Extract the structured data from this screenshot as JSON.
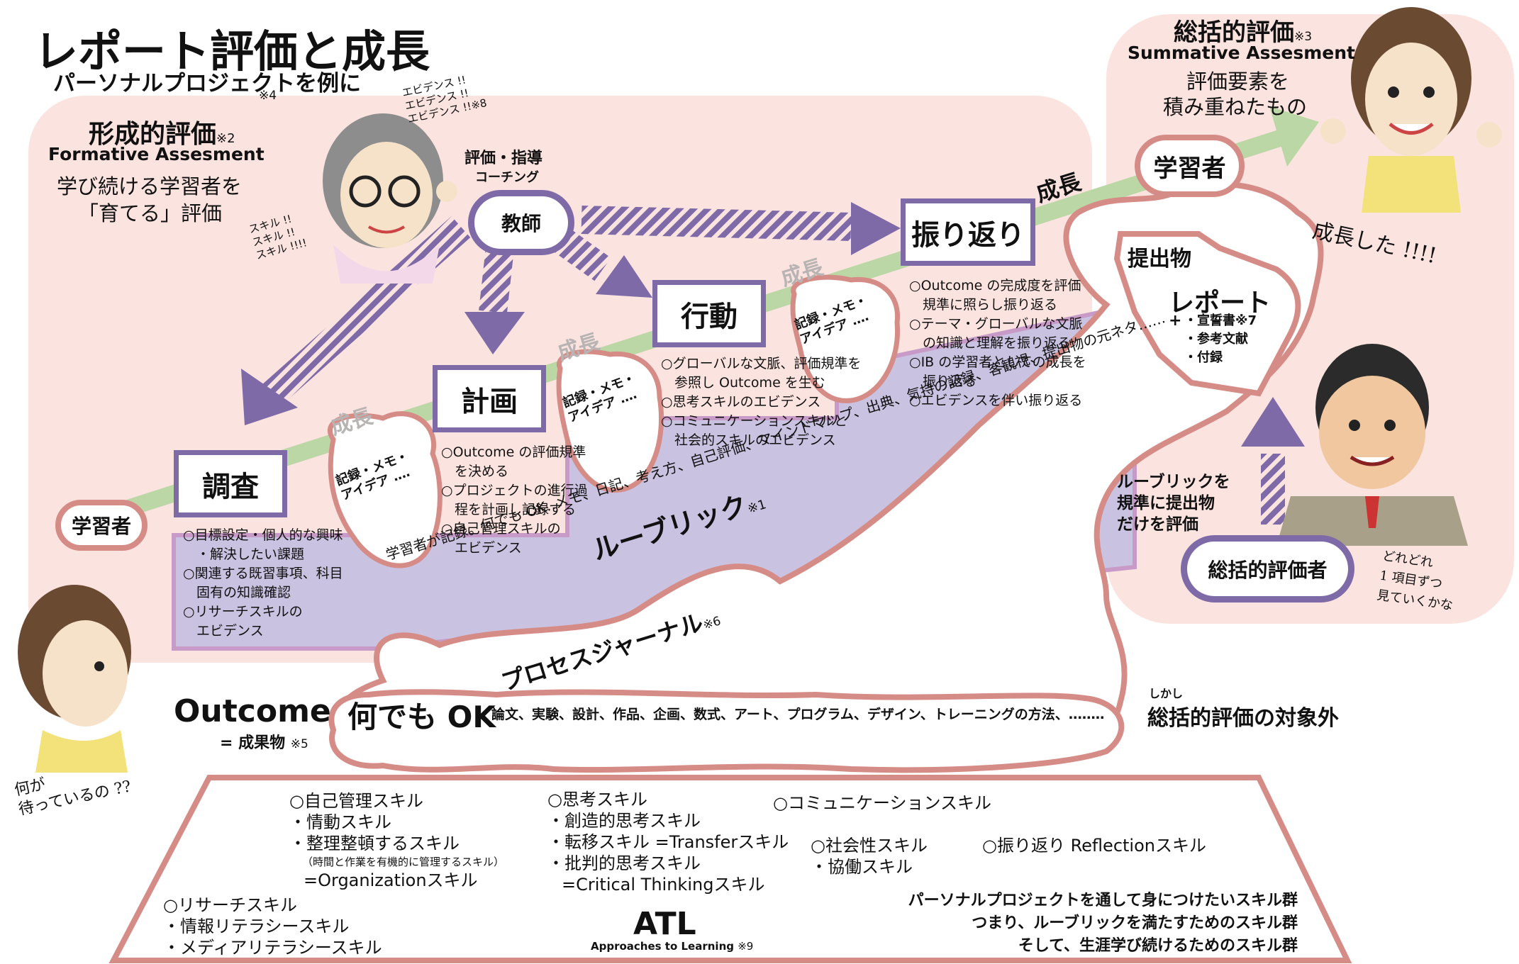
{
  "title": "レポート評価と成長",
  "subtitle": "パーソナルプロジェクトを例に",
  "note4": "※4",
  "formative": {
    "title": "形成的評価",
    "note": "※2",
    "en": "Formative Assesment",
    "line1": "学び続ける学習者を",
    "line2": "「育てる」評価"
  },
  "summative": {
    "title": "総括的評価",
    "note": "※3",
    "en": "Summative Assesment",
    "line1": "評価要素を",
    "line2": "積み重ねたもの"
  },
  "teacher": {
    "label": "教師",
    "role": "評価・指導",
    "role2": "コーチング",
    "evidence": [
      "エビデンス !!",
      "エビデンス !!",
      "エビデンス !!※8"
    ],
    "skill": [
      "スキル !!",
      "スキル !!",
      "スキル !!!!"
    ]
  },
  "stages": {
    "research": {
      "label": "調査",
      "items": [
        "○目標設定・個人的な興味",
        "　・解決したい課題",
        "○関連する既習事項、科目",
        "　固有の知識確認",
        "○リサーチスキルの",
        "　エビデンス"
      ]
    },
    "plan": {
      "label": "計画",
      "items": [
        "○Outcome の評価規準",
        "　を決める",
        "○プロジェクトの進行過",
        "　程を計画し記録する",
        "○自己管理スキルの",
        "　エビデンス"
      ]
    },
    "action": {
      "label": "行動",
      "items": [
        "○グローバルな文脈、評価規準を",
        "　参照し Outcome を生む",
        "○思考スキルのエビデンス",
        "○コミュニケーションスキルと",
        "　社会的スキルのエビデンス"
      ]
    },
    "reflect": {
      "label": "振り返り",
      "items": [
        "○Outcome の完成度を評価",
        "　規準に照らし振り返る",
        "○テーマ・グローバルな文脈",
        "　の知識と理解を振り返る",
        "○IB の学習者としての成長を",
        "　振り返る",
        "○エビデンスを伴い振り返る"
      ]
    }
  },
  "growth": "成長",
  "memo": {
    "line1": "記録・メモ・",
    "line2": "アイデア ‥‥"
  },
  "learner": "学習者",
  "rubric": {
    "label": "ルーブリック",
    "note": "※1"
  },
  "journal": {
    "label": "プロセスジャーナル",
    "note": "※6",
    "desc": "学習者が記録。何でも OK‥メモ、日記、考え方、自己評価、マインドマップ、出典、気持の記録、客観視、提出物の元ネタ‥‥‥"
  },
  "outcome": {
    "label": "Outcome",
    "sub": "= 成果物",
    "note": "※5",
    "anything": "何でも OK",
    "examples": "論文、実験、設計、作品、企画、数式、アート、プログラム、デザイン、トレーニングの方法、‥‥‥‥",
    "ruby": "しかし",
    "excluded": "総括的評価の対象外"
  },
  "submission": {
    "label": "提出物",
    "report": "レポート",
    "plus": "+",
    "items": [
      "・宣誓書※7",
      "・参考文献",
      "・付録"
    ]
  },
  "summative_assessor": {
    "label": "総括的評価者",
    "desc": [
      "ルーブリックを",
      "規準に提出物",
      "だけを評価"
    ],
    "speech": [
      "どれどれ",
      "1 項目ずつ",
      "見ていくかな"
    ]
  },
  "grown": "成長した !!!!",
  "waiting": [
    "何が",
    "待っているの ??"
  ],
  "atl": {
    "title": "ATL",
    "sub": "Approaches to Learning",
    "note": "※9",
    "self": [
      "○自己管理スキル",
      "・情動スキル",
      "・整理整頓するスキル",
      "（時間と作業を有機的に管理するスキル）",
      "=Organizationスキル"
    ],
    "thinking": [
      "○思考スキル",
      "・創造的思考スキル",
      "・転移スキル =Transferスキル",
      "・批判的思考スキル",
      "=Critical Thinkingスキル"
    ],
    "communication": "○コミュニケーションスキル",
    "social": [
      "○社会性スキル",
      "・協働スキル"
    ],
    "reflection": "○振り返り Reflectionスキル",
    "research": [
      "○リサーチスキル",
      "・情報リテラシースキル",
      "・メディアリテラシースキル"
    ],
    "summary": [
      "パーソナルプロジェクトを通して身につけたいスキル群",
      "つまり、ルーブリックを満たすためのスキル群",
      "そして、生涯学び続けるためのスキル群"
    ]
  },
  "colors": {
    "pink_bg": "#fbe3df",
    "coral": "#d68c86",
    "purple": "#7f6aa8",
    "lavender": "#c9c2e0",
    "green": "#bcd7a6"
  }
}
